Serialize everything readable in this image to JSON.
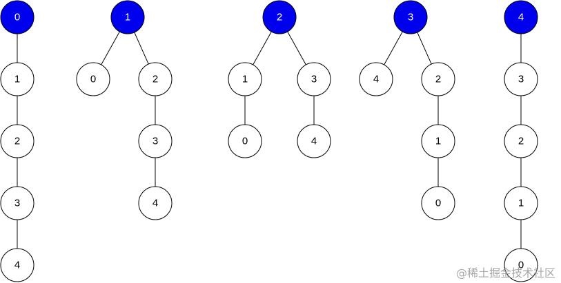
{
  "colors": {
    "root_fill": "#0000ee",
    "root_text": "#ffffff",
    "node_fill": "#ffffff",
    "node_text": "#000000",
    "edge": "#000000"
  },
  "trees": [
    {
      "root": "0",
      "nodes": [
        {
          "id": "t0-n0",
          "label": "0",
          "is_root": true
        },
        {
          "id": "t0-n1",
          "label": "1"
        },
        {
          "id": "t0-n2",
          "label": "2"
        },
        {
          "id": "t0-n3",
          "label": "3"
        },
        {
          "id": "t0-n4",
          "label": "4"
        }
      ],
      "edges": [
        [
          "t0-n0",
          "t0-n1"
        ],
        [
          "t0-n1",
          "t0-n2"
        ],
        [
          "t0-n2",
          "t0-n3"
        ],
        [
          "t0-n3",
          "t0-n4"
        ]
      ]
    },
    {
      "root": "1",
      "nodes": [
        {
          "id": "t1-n1",
          "label": "1",
          "is_root": true
        },
        {
          "id": "t1-n0",
          "label": "0"
        },
        {
          "id": "t1-n2",
          "label": "2"
        },
        {
          "id": "t1-n3",
          "label": "3"
        },
        {
          "id": "t1-n4",
          "label": "4"
        }
      ],
      "edges": [
        [
          "t1-n1",
          "t1-n0"
        ],
        [
          "t1-n1",
          "t1-n2"
        ],
        [
          "t1-n2",
          "t1-n3"
        ],
        [
          "t1-n3",
          "t1-n4"
        ]
      ]
    },
    {
      "root": "2",
      "nodes": [
        {
          "id": "t2-n2",
          "label": "2",
          "is_root": true
        },
        {
          "id": "t2-n1",
          "label": "1"
        },
        {
          "id": "t2-n3",
          "label": "3"
        },
        {
          "id": "t2-n0",
          "label": "0"
        },
        {
          "id": "t2-n4",
          "label": "4"
        }
      ],
      "edges": [
        [
          "t2-n2",
          "t2-n1"
        ],
        [
          "t2-n2",
          "t2-n3"
        ],
        [
          "t2-n1",
          "t2-n0"
        ],
        [
          "t2-n3",
          "t2-n4"
        ]
      ]
    },
    {
      "root": "3",
      "nodes": [
        {
          "id": "t3-n3",
          "label": "3",
          "is_root": true
        },
        {
          "id": "t3-n4",
          "label": "4"
        },
        {
          "id": "t3-n2",
          "label": "2"
        },
        {
          "id": "t3-n1",
          "label": "1"
        },
        {
          "id": "t3-n0",
          "label": "0"
        }
      ],
      "edges": [
        [
          "t3-n3",
          "t3-n4"
        ],
        [
          "t3-n3",
          "t3-n2"
        ],
        [
          "t3-n2",
          "t3-n1"
        ],
        [
          "t3-n1",
          "t3-n0"
        ]
      ]
    },
    {
      "root": "4",
      "nodes": [
        {
          "id": "t4-n4",
          "label": "4",
          "is_root": true
        },
        {
          "id": "t4-n3",
          "label": "3"
        },
        {
          "id": "t4-n2",
          "label": "2"
        },
        {
          "id": "t4-n1",
          "label": "1"
        },
        {
          "id": "t4-n0",
          "label": "0"
        }
      ],
      "edges": [
        [
          "t4-n4",
          "t4-n3"
        ],
        [
          "t4-n3",
          "t4-n2"
        ],
        [
          "t4-n2",
          "t4-n1"
        ],
        [
          "t4-n1",
          "t4-n0"
        ]
      ]
    }
  ],
  "watermark": "@稀土掘金技术社区"
}
